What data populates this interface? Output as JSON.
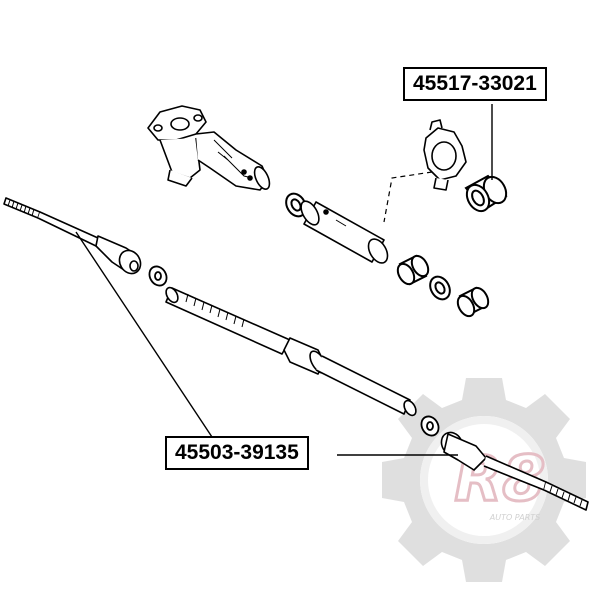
{
  "parts": [
    {
      "id": "top",
      "number": "45517-33021"
    },
    {
      "id": "bottom",
      "number": "45503-39135"
    }
  ],
  "watermark": {
    "logo_text": "R8",
    "tagline": "AUTO PARTS",
    "gear_color": "#d9d9d9",
    "accent_color": "#e8c9cf"
  }
}
